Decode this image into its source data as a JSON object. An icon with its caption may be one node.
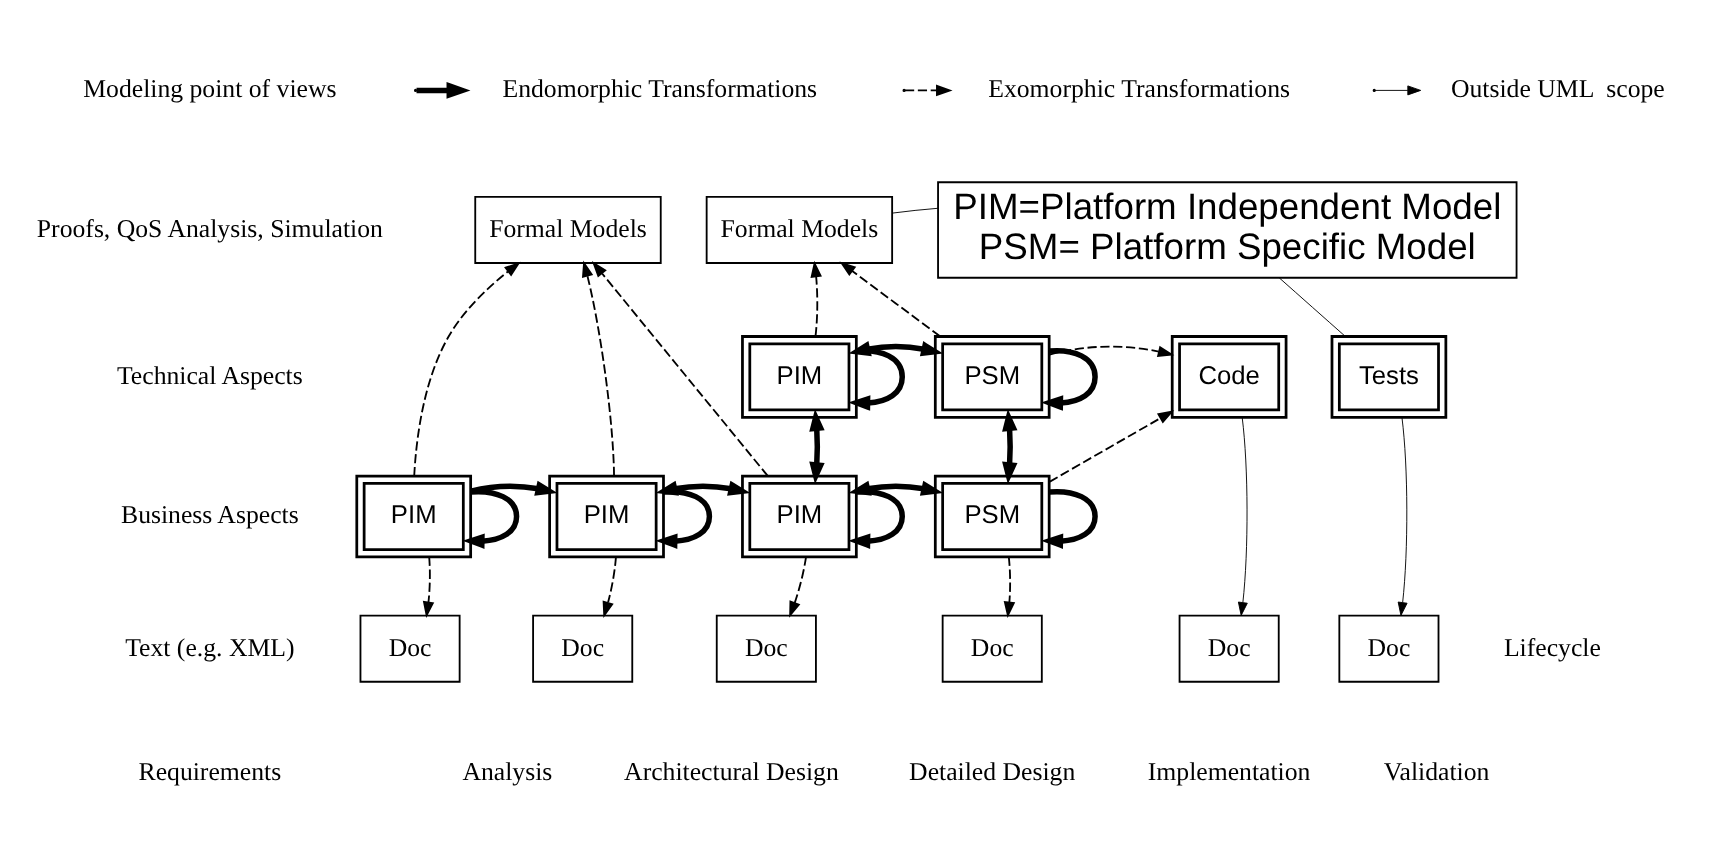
{
  "diagram": {
    "nodes": [
      {
        "text": [
          "Formal Models"
        ]
      },
      {
        "text": [
          "Formal Models"
        ]
      },
      {
        "text": [
          "PIM=Platform Independent Model",
          "PSM= Platform Specific Model"
        ]
      },
      {
        "text": [
          "PIM"
        ]
      },
      {
        "text": [
          "PSM"
        ]
      },
      {
        "text": [
          "PIM"
        ]
      },
      {
        "text": [
          "PIM"
        ]
      },
      {
        "text": [
          "PIM"
        ]
      },
      {
        "text": [
          "PSM"
        ]
      },
      {
        "text": [
          "Code"
        ]
      },
      {
        "text": [
          "Tests"
        ]
      },
      {
        "text": [
          "Doc"
        ]
      },
      {
        "text": [
          "Doc"
        ]
      },
      {
        "text": [
          "Doc"
        ]
      },
      {
        "text": [
          "Doc"
        ]
      },
      {
        "text": [
          "Doc"
        ]
      },
      {
        "text": [
          "Doc"
        ]
      }
    ],
    "edges": [
      {
        "from": 5,
        "to": 0,
        "arrow": "to",
        "style": "dashed"
      },
      {
        "from": 6,
        "to": 0,
        "arrow": "to",
        "style": "dashed"
      },
      {
        "from": 7,
        "to": 0,
        "arrow": "to",
        "style": "dashed"
      },
      {
        "from": 3,
        "to": 1,
        "arrow": "to",
        "style": "dashed"
      },
      {
        "from": 4,
        "to": 1,
        "arrow": "to",
        "style": "dashed"
      },
      {
        "from": 1,
        "to": 2,
        "arrow": "none"
      },
      {
        "from": 2,
        "to": 10,
        "arrow": "none"
      },
      {
        "from": 3,
        "to": 4,
        "arrow": "both",
        "style": "thick"
      },
      {
        "from": 3,
        "to": 3,
        "arrow": "to",
        "style": "thick"
      },
      {
        "from": 4,
        "to": 4,
        "arrow": "to",
        "style": "thick"
      },
      {
        "from": 3,
        "to": 7,
        "arrow": "both",
        "style": "thick"
      },
      {
        "from": 4,
        "to": 8,
        "arrow": "both",
        "style": "thick"
      },
      {
        "from": 4,
        "to": 9,
        "arrow": "to",
        "style": "dashed"
      },
      {
        "from": 5,
        "to": 6,
        "arrow": "to",
        "style": "thick"
      },
      {
        "from": 5,
        "to": 5,
        "arrow": "to",
        "style": "thick"
      },
      {
        "from": 6,
        "to": 7,
        "arrow": "both",
        "style": "thick"
      },
      {
        "from": 6,
        "to": 6,
        "arrow": "to",
        "style": "thick"
      },
      {
        "from": 7,
        "to": 8,
        "arrow": "both",
        "style": "thick"
      },
      {
        "from": 7,
        "to": 7,
        "arrow": "to",
        "style": "thick"
      },
      {
        "from": 8,
        "to": 8,
        "arrow": "to",
        "style": "thick"
      },
      {
        "from": 8,
        "to": 9,
        "arrow": "to",
        "style": "dashed"
      },
      {
        "from": 5,
        "to": 11,
        "arrow": "to",
        "style": "dashed"
      },
      {
        "from": 6,
        "to": 12,
        "arrow": "to",
        "style": "dashed"
      },
      {
        "from": 7,
        "to": 13,
        "arrow": "to",
        "style": "dashed"
      },
      {
        "from": 8,
        "to": 14,
        "arrow": "to",
        "style": "dashed"
      },
      {
        "from": 9,
        "to": 15,
        "arrow": "to"
      },
      {
        "from": 10,
        "to": 16,
        "arrow": "to"
      }
    ],
    "labels": [
      "Modeling point of views",
      "Proofs, QoS Analysis, Simulation",
      "Technical Aspects",
      "Business Aspects",
      "Text (e.g. XML)",
      "Lifecycle",
      "Requirements",
      "Analysis",
      "Architectural Design",
      "Detailed Design",
      "Implementation",
      "Validation"
    ],
    "legend": [
      {
        "text": "Endomorphic Transformations"
      },
      {
        "text": "Exomorphic Transformations"
      },
      {
        "text": "Outside UML  scope"
      }
    ]
  }
}
